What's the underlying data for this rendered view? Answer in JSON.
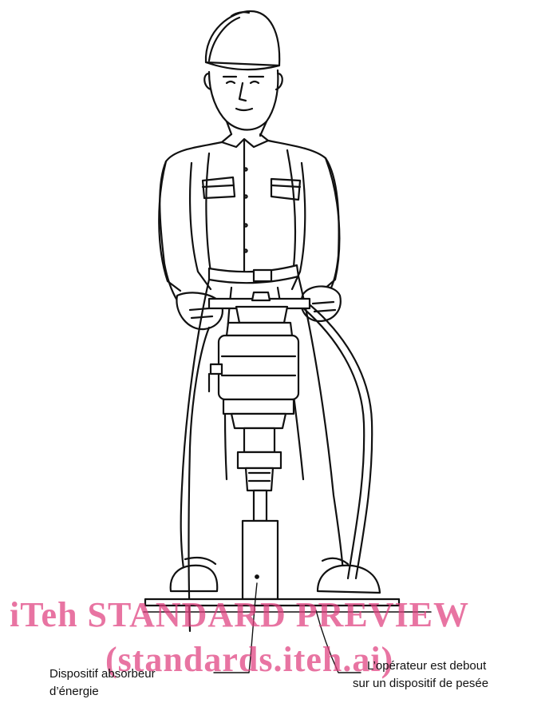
{
  "labels": {
    "energy_absorber_line1": "Dispositif absorbeur",
    "energy_absorber_line2": "d’énergie",
    "operator_line1": "L’opérateur est debout",
    "operator_line2": "sur un dispositif de pesée"
  },
  "watermark": {
    "line1": "iTeh STANDARD PREVIEW",
    "line2": "(standards.iteh.ai)",
    "color": "#e0407f"
  },
  "icons": [
    "operator-figure",
    "hard-hat",
    "breaker-tool",
    "air-hose",
    "weighing-platform",
    "energy-absorber"
  ]
}
